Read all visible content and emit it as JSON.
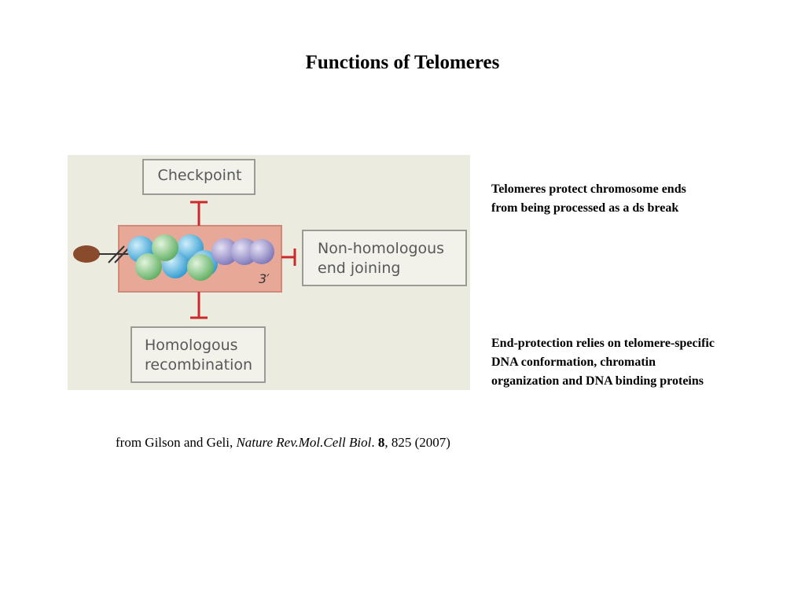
{
  "title": "Functions of Telomeres",
  "diagram": {
    "checkpoint": "Checkpoint",
    "nhej_line1": "Non-homologous",
    "nhej_line2": "end joining",
    "hr_line1": "Homologous",
    "hr_line2": "recombination",
    "three_prime": "3′",
    "colors": {
      "background": "#ecebe0",
      "telomere_box": "#e8a898",
      "inhibition": "#cc2a2a",
      "blue_protein": "#48b0e0",
      "green_protein": "#88c88a",
      "purple_protein": "#a09ad0",
      "brown_end": "#8a4a2c"
    }
  },
  "notes": {
    "note1_line1": "Telomeres protect chromosome ends",
    "note1_line2": "from being processed as a ds break",
    "note2_line1": "End-protection relies on telomere-specific",
    "note2_line2": "DNA conformation, chromatin",
    "note2_line3": "organization and DNA binding proteins"
  },
  "citation": {
    "prefix": "from Gilson and Geli, ",
    "journal": "Nature Rev.Mol.Cell Biol",
    "dot": ". ",
    "volume": "8",
    "rest": ", 825 (2007)"
  }
}
